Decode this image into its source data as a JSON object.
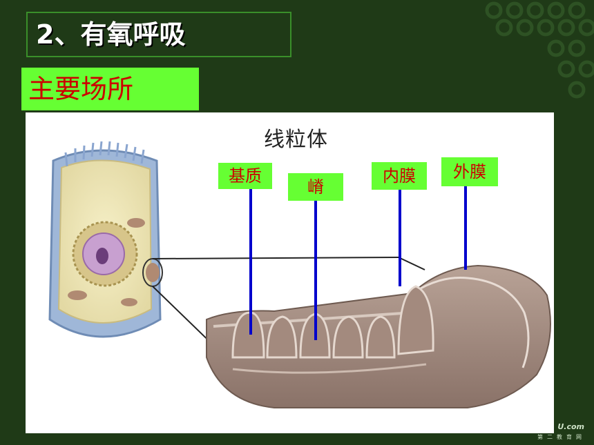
{
  "slide": {
    "title": "2、有氧呼吸",
    "subtitle": "主要场所"
  },
  "diagram": {
    "heading": "线粒体",
    "labels": {
      "matrix": "基质",
      "crista": "嵴",
      "inner_membrane": "内膜",
      "outer_membrane": "外膜"
    }
  },
  "watermark": {
    "site": "U.com",
    "chars": "第二教育网"
  },
  "colors": {
    "background": "#1f3a17",
    "label_bg": "#66ff33",
    "label_text": "#cc0000",
    "pointer_line": "#0000cc"
  }
}
